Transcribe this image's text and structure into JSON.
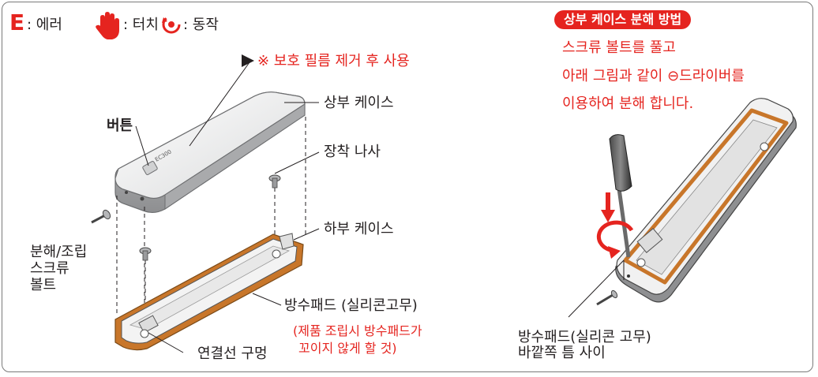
{
  "legend": {
    "error_icon": "E",
    "error_label": ": 에러",
    "touch_label": ": 터치",
    "action_label": ": 동작",
    "icons": [
      "error-icon",
      "hand-touch-icon",
      "rotation-action-icon"
    ]
  },
  "left": {
    "protective_film_note": "※ 보호 필름 제거 후 사용",
    "upper_case": "상부 케이스",
    "button": "버튼",
    "mounting_screw": "장착 나사",
    "lower_case": "하부 케이스",
    "disassembly_screw": [
      "분해/조립",
      "스크류",
      "볼트"
    ],
    "waterproof_pad": "방수패드 (실리콘고무)",
    "pad_note": [
      "(제품 조립시 방수패드가",
      "꼬이지 않게 할 것)"
    ],
    "cable_hole": "연결선 구멍",
    "device_model": "EC300"
  },
  "right": {
    "title": "상부 케이스 분해 방법",
    "instructions": [
      "스크류 볼트를 풀고",
      "아래 그림과 같이 ⊖드라이버를",
      "이용하여 분해 합니다."
    ],
    "gap_label": [
      "방수패드(실리콘 고무)",
      "바깥쪽 틈 사이"
    ]
  },
  "colors": {
    "accent_red": "#e5241f",
    "pad_orange": "#c8762a",
    "line": "#231f20"
  }
}
